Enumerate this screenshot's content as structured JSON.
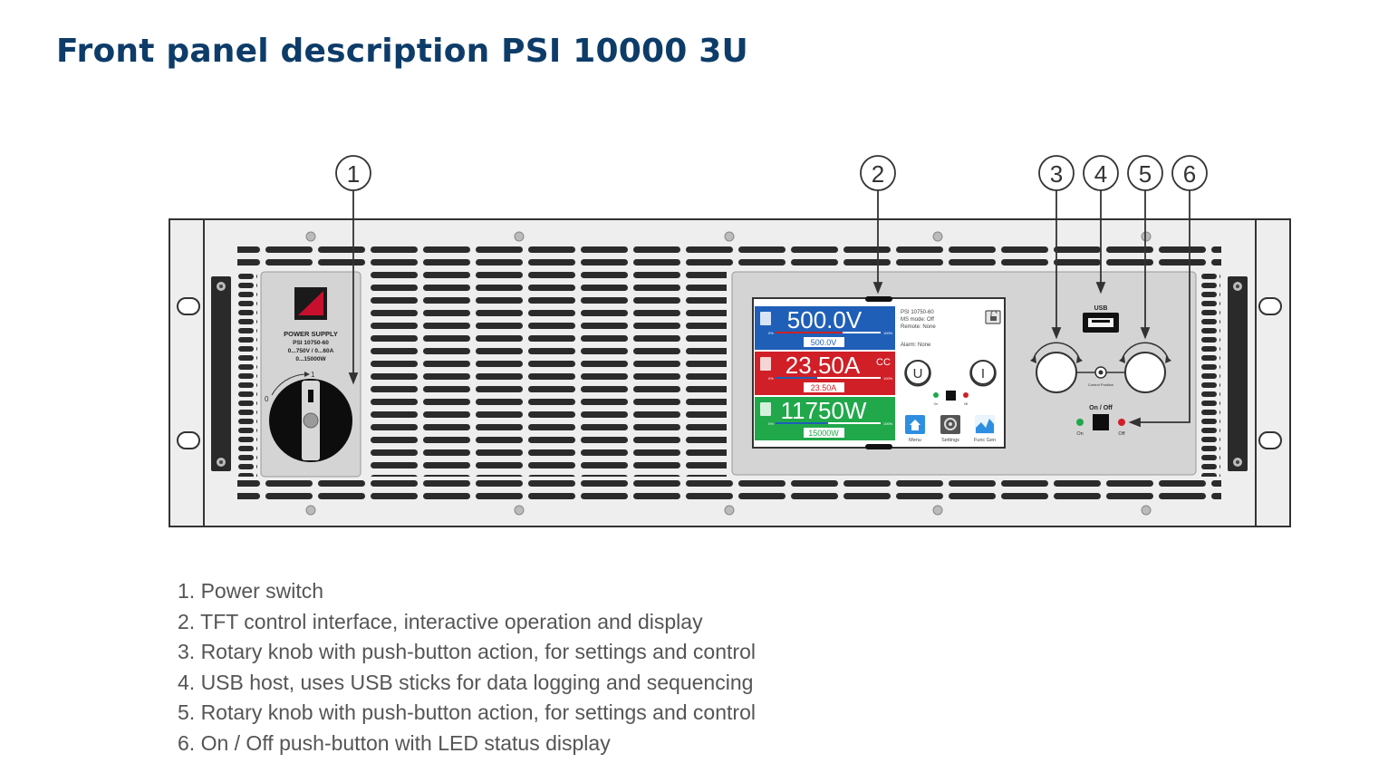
{
  "page": {
    "title": "Front panel description PSI 10000 3U"
  },
  "callouts": [
    "1",
    "2",
    "3",
    "4",
    "5",
    "6"
  ],
  "device": {
    "label_lines": [
      "POWER SUPPLY",
      "PSI 10750-60",
      "0...750V / 0...60A",
      "0...15000W"
    ],
    "switch_positions": {
      "off": "0",
      "on": "1"
    },
    "usb_label": "USB",
    "control_position_label": "Control Position",
    "onoff_label": "On / Off",
    "led_on_label": "On",
    "led_off_label": "Off",
    "colors": {
      "voltage": "#1f5fb8",
      "current": "#d01f27",
      "power": "#20a84a",
      "frame": "#eeeeee",
      "title": "#0d3c69"
    },
    "display": {
      "voltage": {
        "actual": "500.0V",
        "set": "500.0V"
      },
      "current": {
        "actual": "23.50A",
        "set": "23.50A",
        "mode": "CC"
      },
      "power": {
        "actual": "11750W",
        "set": "15000W"
      },
      "bar_min": "0%",
      "bar_max": "100%",
      "info_lines": [
        "PSI 10750-60",
        "MS mode: Off",
        "Remote: None"
      ],
      "alarm": "Alarm: None",
      "u_button": "U",
      "i_button": "I",
      "led_on": "On",
      "led_off": "Off",
      "nav": [
        {
          "label": "Menu",
          "icon": "home-icon"
        },
        {
          "label": "Settings",
          "icon": "gear-icon"
        },
        {
          "label": "Func Gen",
          "icon": "chart-icon"
        }
      ]
    }
  },
  "legend": [
    "1. Power switch",
    "2. TFT control interface, interactive operation and display",
    "3. Rotary knob with push-button action, for settings and control",
    "4. USB host, uses USB sticks for data logging and sequencing",
    "5. Rotary knob with push-button action, for settings and control",
    "6. On / Off push-button with LED status display"
  ]
}
